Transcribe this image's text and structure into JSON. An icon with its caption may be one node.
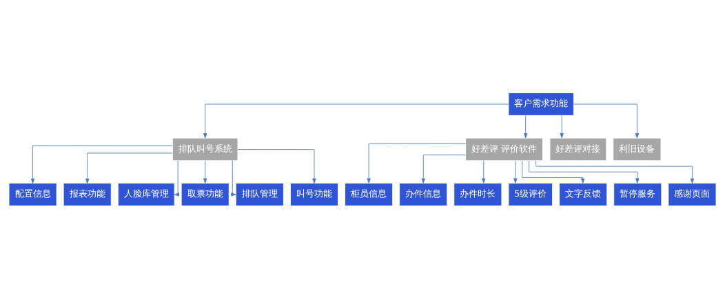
{
  "diagram": {
    "nodes": [
      {
        "text": [
          "客户需求功能"
        ]
      },
      {
        "text": [
          "排队叫号系统"
        ]
      },
      {
        "text": [
          "好差评 评价软件"
        ]
      },
      {
        "text": [
          "好差评对接"
        ]
      },
      {
        "text": [
          "利旧设备"
        ]
      },
      {
        "text": [
          "配置信息"
        ]
      },
      {
        "text": [
          "报表功能"
        ]
      },
      {
        "text": [
          "人脸库管理"
        ]
      },
      {
        "text": [
          "取票功能"
        ]
      },
      {
        "text": [
          "排队管理"
        ]
      },
      {
        "text": [
          "叫号功能"
        ]
      },
      {
        "text": [
          "柜员信息"
        ]
      },
      {
        "text": [
          "办件信息"
        ]
      },
      {
        "text": [
          "办件时长"
        ]
      },
      {
        "text": [
          "5级评价"
        ]
      },
      {
        "text": [
          "文字反馈"
        ]
      },
      {
        "text": [
          "暂停服务"
        ]
      },
      {
        "text": [
          "感谢页面"
        ]
      }
    ],
    "edges": [
      {
        "from": 0,
        "to": 1,
        "arrow": "to"
      },
      {
        "from": 0,
        "to": 2,
        "arrow": "to"
      },
      {
        "from": 0,
        "to": 3,
        "arrow": "to"
      },
      {
        "from": 0,
        "to": 4,
        "arrow": "to"
      },
      {
        "from": 1,
        "to": 5,
        "arrow": "to"
      },
      {
        "from": 1,
        "to": 6,
        "arrow": "to"
      },
      {
        "from": 1,
        "to": 7,
        "arrow": "to"
      },
      {
        "from": 1,
        "to": 8,
        "arrow": "to"
      },
      {
        "from": 1,
        "to": 9,
        "arrow": "to"
      },
      {
        "from": 1,
        "to": 10,
        "arrow": "to"
      },
      {
        "from": 2,
        "to": 11,
        "arrow": "to"
      },
      {
        "from": 2,
        "to": 12,
        "arrow": "to"
      },
      {
        "from": 2,
        "to": 13,
        "arrow": "to"
      },
      {
        "from": 2,
        "to": 14,
        "arrow": "to"
      },
      {
        "from": 2,
        "to": 15,
        "arrow": "to"
      },
      {
        "from": 2,
        "to": 16,
        "arrow": "to"
      },
      {
        "from": 2,
        "to": 17,
        "arrow": "to"
      }
    ]
  }
}
